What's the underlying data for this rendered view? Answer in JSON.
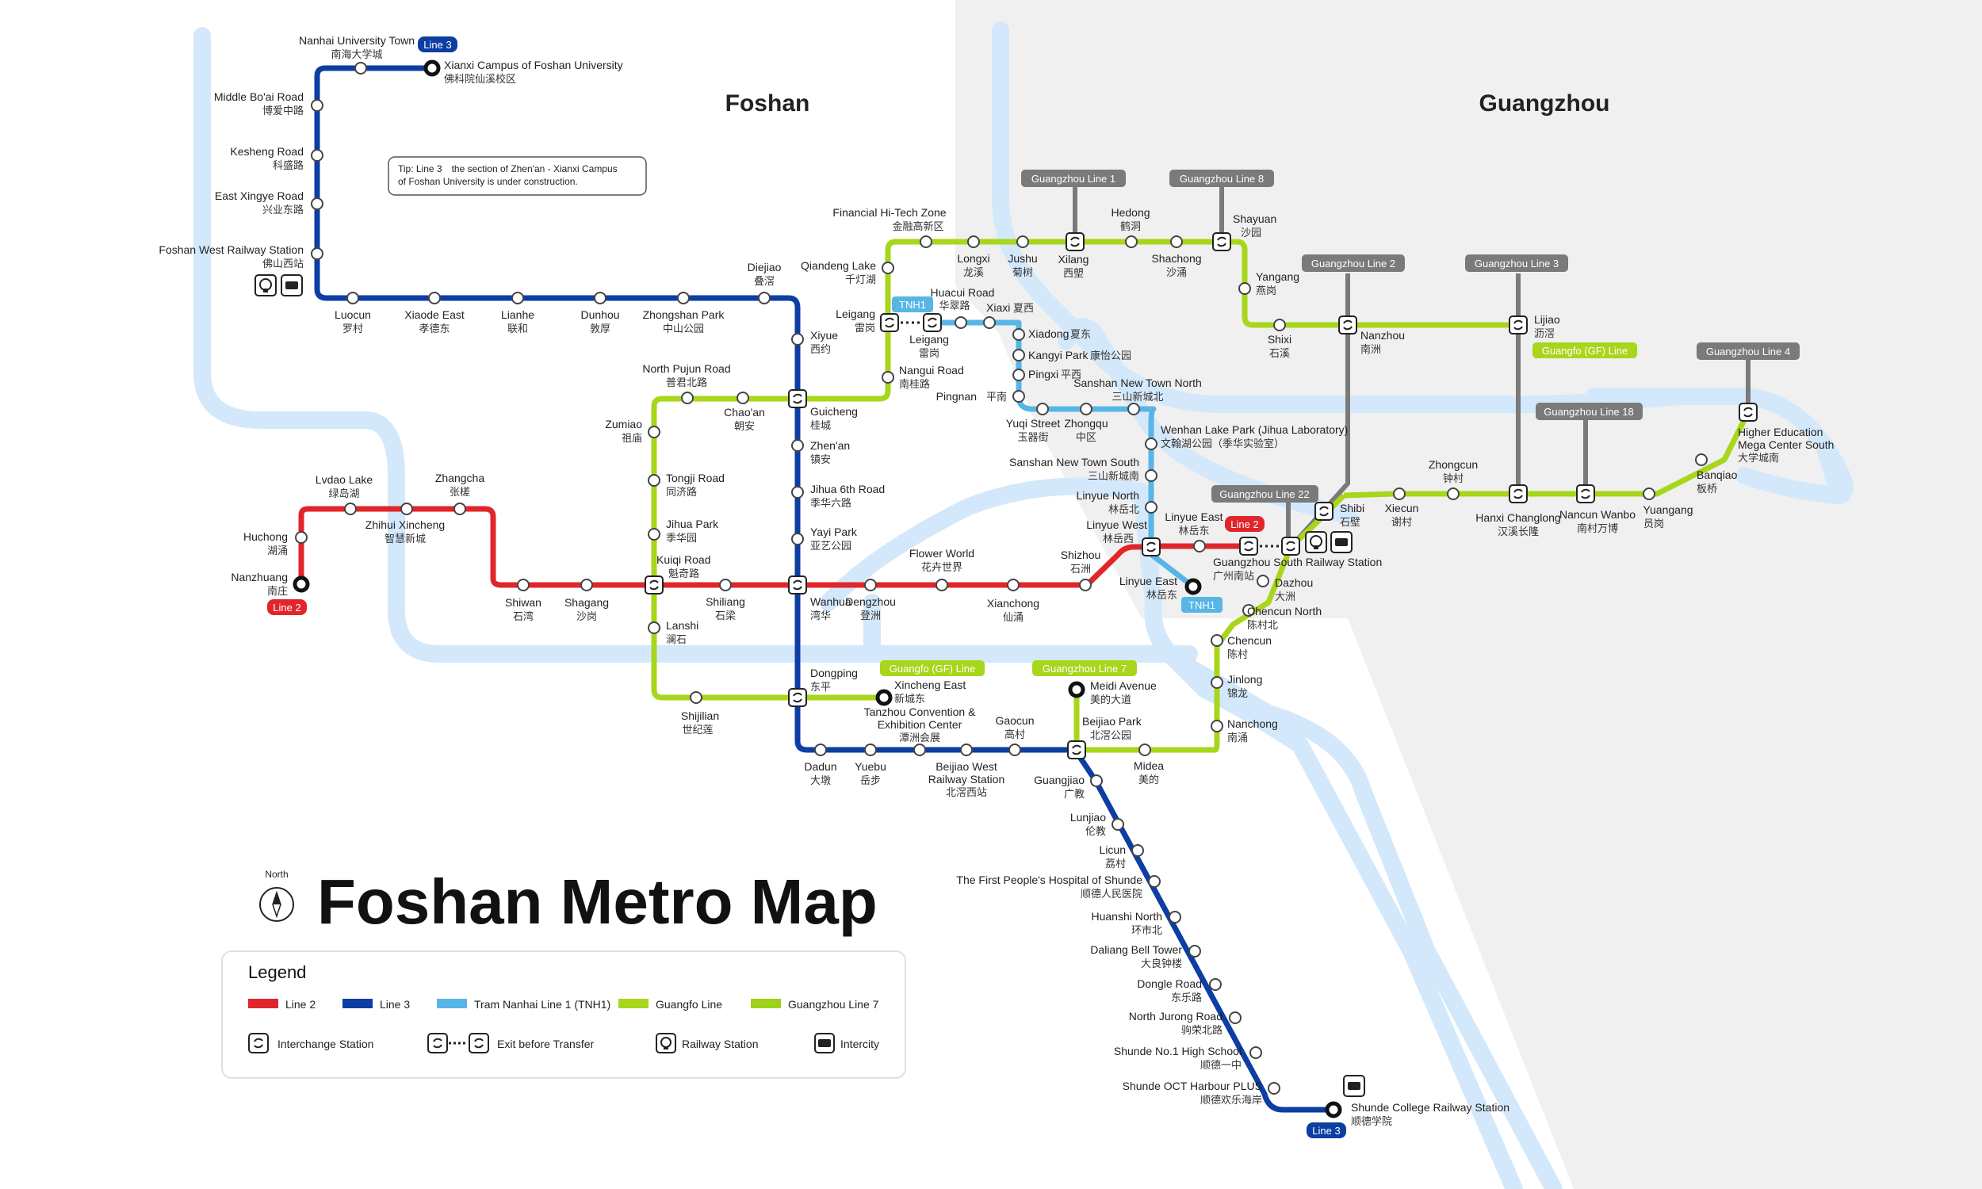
{
  "title": "Foshan Metro Map",
  "compass_label": "North",
  "regions": {
    "foshan": "Foshan",
    "guangzhou": "Guangzhou"
  },
  "tip": {
    "line1": "Tip: Line 3　the section of Zhen'an - Xianxi Campus",
    "line2": "of Foshan University is under construction."
  },
  "colors": {
    "line2": "#e0262b",
    "line3": "#0c3ea3",
    "tnh1": "#58b6e6",
    "guangfo": "#a7d61b",
    "gz7": "#a7d61b",
    "gz_gray": "#7a7a7a",
    "river": "#d3e8fb"
  },
  "badges": {
    "line3_top": "Line 3",
    "line2_left": "Line 2",
    "line2_right": "Line 2",
    "tnh1_top": "TNH1",
    "tnh1_bottom": "TNH1",
    "gz1": "Guangzhou Line 1",
    "gz8": "Guangzhou Line 8",
    "gz2": "Guangzhou Line 2",
    "gz3": "Guangzhou Line 3",
    "gz4": "Guangzhou Line 4",
    "gz18": "Guangzhou Line 18",
    "gz22": "Guangzhou Line 22",
    "gf_right": "Guangfo (GF) Line",
    "gf_mid": "Guangfo (GF) Line",
    "gz7": "Guangzhou Line 7",
    "line3_bottom": "Line 3"
  },
  "stations": {
    "nanhai_university_town": [
      "Nanhai University Town",
      "南海大学城"
    ],
    "xianxi_campus": [
      "Xianxi Campus of Foshan University",
      "佛科院仙溪校区"
    ],
    "middle_boai_road": [
      "Middle Bo'ai Road",
      "博爱中路"
    ],
    "kesheng_road": [
      "Kesheng Road",
      "科盛路"
    ],
    "east_xingye_road": [
      "East Xingye Road",
      "兴业东路"
    ],
    "foshan_west_railway": [
      "Foshan West Railway Station",
      "佛山西站"
    ],
    "luocun": [
      "Luocun",
      "罗村"
    ],
    "xiaode_east": [
      "Xiaode East",
      "孝德东"
    ],
    "lianhe": [
      "Lianhe",
      "联和"
    ],
    "dunhou": [
      "Dunhou",
      "敦厚"
    ],
    "zhongshan_park": [
      "Zhongshan Park",
      "中山公园"
    ],
    "diejiao": [
      "Diejiao",
      "叠滘"
    ],
    "xiyue": [
      "Xiyue",
      "西约"
    ],
    "guicheng": [
      "Guicheng",
      "桂城"
    ],
    "zhenan": [
      "Zhen'an",
      "镇安"
    ],
    "jihua_6th_road": [
      "Jihua 6th Road",
      "季华六路"
    ],
    "yayi_park": [
      "Yayi Park",
      "亚艺公园"
    ],
    "wanhua": [
      "Wanhua",
      "湾华"
    ],
    "dongping": [
      "Dongping",
      "东平"
    ],
    "dadun": [
      "Dadun",
      "大墩"
    ],
    "yuebu": [
      "Yuebu",
      "岳步"
    ],
    "beijiao_west": [
      "Beijiao West",
      "Railway Station",
      "北滘西站"
    ],
    "gaocun": [
      "Gaocun",
      "高村"
    ],
    "beijiao_park": [
      "Beijiao Park",
      "北滘公园"
    ],
    "guangjiao": [
      "Guangjiao",
      "广教"
    ],
    "lunjiao": [
      "Lunjiao",
      "伦教"
    ],
    "licun": [
      "Licun",
      "荔村"
    ],
    "first_peoples_hospital": [
      "The First People's Hospital of Shunde",
      "顺德人民医院"
    ],
    "huanshi_north": [
      "Huanshi North",
      "环市北"
    ],
    "daliang_bell_tower": [
      "Daliang Bell Tower",
      "大良钟楼"
    ],
    "dongle_road": [
      "Dongle Road",
      "东乐路"
    ],
    "north_jurong_road": [
      "North Jurong Road",
      "驹荣北路"
    ],
    "shunde_no1_high": [
      "Shunde No.1 High School",
      "顺德一中"
    ],
    "shunde_oct_harbour": [
      "Shunde OCT Harbour PLUS",
      "顺德欢乐海岸"
    ],
    "shunde_college_railway": [
      "Shunde College Railway Station",
      "顺德学院"
    ],
    "nanzhuang": [
      "Nanzhuang",
      "南庄"
    ],
    "huchong": [
      "Huchong",
      "湖涌"
    ],
    "lvdao_lake": [
      "Lvdao Lake",
      "绿岛湖"
    ],
    "zhihui_xincheng": [
      "Zhihui Xincheng",
      "智慧新城"
    ],
    "zhangcha": [
      "Zhangcha",
      "张槎"
    ],
    "shiwan": [
      "Shiwan",
      "石湾"
    ],
    "shagang": [
      "Shagang",
      "沙岗"
    ],
    "kuiqi_road": [
      "Kuiqi Road",
      "魁奇路"
    ],
    "shiliang": [
      "Shiliang",
      "石梁"
    ],
    "dengzhou": [
      "Dengzhou",
      "登洲"
    ],
    "flower_world": [
      "Flower World",
      "花卉世界"
    ],
    "xianchong": [
      "Xianchong",
      "仙涌"
    ],
    "shizhou": [
      "Shizhou",
      "石洲"
    ],
    "linyue_west": [
      "Linyue West",
      "林岳西"
    ],
    "linyue_east_l2": [
      "Linyue East",
      "林岳东"
    ],
    "guangzhou_south": [
      "Guangzhou South Railway Station",
      "广州南站"
    ],
    "linyue_east_tnh1": [
      "Linyue East",
      "林岳东"
    ],
    "north_pujun_road": [
      "North Pujun Road",
      "普君北路"
    ],
    "zumiao": [
      "Zumiao",
      "祖庙"
    ],
    "chaoan": [
      "Chao'an",
      "朝安"
    ],
    "tongji_road": [
      "Tongji Road",
      "同济路"
    ],
    "jihua_park": [
      "Jihua Park",
      "季华园"
    ],
    "lanshi": [
      "Lanshi",
      "澜石"
    ],
    "shijilian": [
      "Shijilian",
      "世纪莲"
    ],
    "tanzhou": [
      "Tanzhou Convention &",
      "Exhibition Center",
      "潭洲会展"
    ],
    "xincheng_east": [
      "Xincheng East",
      "新城东"
    ],
    "nangui_road": [
      "Nangui Road",
      "南桂路"
    ],
    "leigang_gf": [
      "Leigang",
      "雷岗"
    ],
    "leigang_tnh1": [
      "Leigang",
      "雷岗"
    ],
    "qiandeng_lake": [
      "Qiandeng Lake",
      "千灯湖"
    ],
    "financial_hitech": [
      "Financial Hi-Tech Zone",
      "金融高新区"
    ],
    "longxi": [
      "Longxi",
      "龙溪"
    ],
    "jushu": [
      "Jushu",
      "菊树"
    ],
    "xilang": [
      "Xilang",
      "西塱"
    ],
    "hedong": [
      "Hedong",
      "鹤洞"
    ],
    "shachong": [
      "Shachong",
      "沙涌"
    ],
    "shayuan": [
      "Shayuan",
      "沙园"
    ],
    "yangang": [
      "Yangang",
      "燕岗"
    ],
    "shixi": [
      "Shixi",
      "石溪"
    ],
    "nanzhou": [
      "Nanzhou",
      "南洲"
    ],
    "lijiao": [
      "Lijiao",
      "沥滘"
    ],
    "huacui_road": [
      "Huacui Road",
      "华翠路"
    ],
    "xiaxi": [
      "Xiaxi",
      "夏西"
    ],
    "xiadong": [
      "Xiadong",
      "夏东"
    ],
    "kangyi_park": [
      "Kangyi Park",
      "康怡公园"
    ],
    "pingxi": [
      "Pingxi",
      "平西"
    ],
    "pingnan": [
      "Pingnan",
      "平南"
    ],
    "yuqi_street": [
      "Yuqi Street",
      "玉器街"
    ],
    "zhongqu": [
      "Zhongqu",
      "中区"
    ],
    "sanshan_new_town_north": [
      "Sanshan New Town North",
      "三山新城北"
    ],
    "wenhan_lake_park": [
      "Wenhan Lake Park (Jihua Laboratory)",
      "文翰湖公园（季华实验室）"
    ],
    "sanshan_new_town_south": [
      "Sanshan New Town South",
      "三山新城南"
    ],
    "linyue_north": [
      "Linyue North",
      "林岳北"
    ],
    "shibi": [
      "Shibi",
      "石壁"
    ],
    "xiecun": [
      "Xiecun",
      "谢村"
    ],
    "zhongcun": [
      "Zhongcun",
      "钟村"
    ],
    "hanxi_changlong": [
      "Hanxi Changlong",
      "汉溪长隆"
    ],
    "nancun_wanbo": [
      "Nancun Wanbo",
      "南村万博"
    ],
    "yuangang": [
      "Yuangang",
      "员岗"
    ],
    "banqiao": [
      "Banqiao",
      "板桥"
    ],
    "higher_education": [
      "Higher Education",
      "Mega Center South",
      "大学城南"
    ],
    "dazhou": [
      "Dazhou",
      "大洲"
    ],
    "chencun_north": [
      "Chencun North",
      "陈村北"
    ],
    "chencun": [
      "Chencun",
      "陈村"
    ],
    "jinlong": [
      "Jinlong",
      "锦龙"
    ],
    "nanchong": [
      "Nanchong",
      "南涌"
    ],
    "meidi_avenue": [
      "Meidi Avenue",
      "美的大道"
    ],
    "midea": [
      "Midea",
      "美的"
    ]
  },
  "legend": {
    "title": "Legend",
    "line2": "Line 2",
    "line3": "Line 3",
    "tnh1": "Tram Nanhai Line 1 (TNH1)",
    "guangfo": "Guangfo Line",
    "gz7": "Guangzhou Line 7",
    "interchange": "Interchange Station",
    "exit_transfer": "Exit before Transfer",
    "railway": "Railway Station",
    "intercity": "Intercity"
  }
}
